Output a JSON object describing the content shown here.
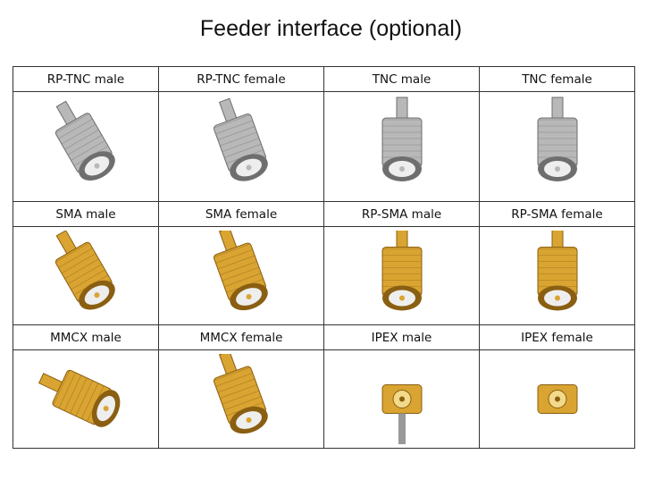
{
  "title": "Feeder interface (optional)",
  "rows": [
    {
      "labels": [
        "RP-TNC male",
        "RP-TNC female",
        "TNC male",
        "TNC female"
      ],
      "metal": [
        "silver",
        "silver",
        "silver",
        "silver"
      ]
    },
    {
      "labels": [
        "SMA male",
        "SMA female",
        "RP-SMA male",
        "RP-SMA female"
      ],
      "metal": [
        "gold",
        "gold",
        "gold",
        "gold"
      ]
    },
    {
      "labels": [
        "MMCX male",
        "MMCX female",
        "IPEX male",
        "IPEX female"
      ],
      "metal": [
        "gold",
        "gold",
        "gold",
        "gold"
      ]
    }
  ],
  "colors": {
    "silver": "#b8b8b8",
    "silver_dark": "#6e6e6e",
    "gold": "#d9a431",
    "gold_dark": "#8a5f12",
    "border": "#333333"
  }
}
